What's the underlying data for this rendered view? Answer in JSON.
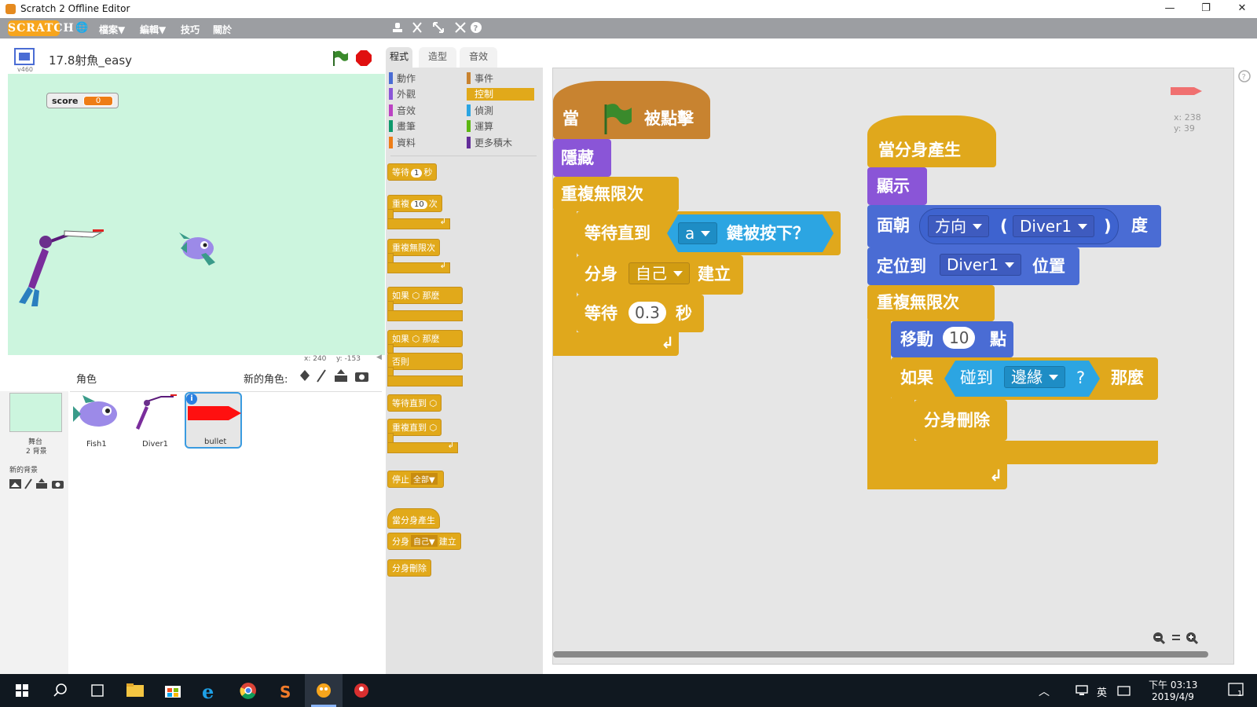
{
  "window": {
    "title": "Scratch 2 Offline Editor",
    "min": "—",
    "max": "❐",
    "close": "✕"
  },
  "menu": {
    "logo": "SCRATCH",
    "items": [
      "檔案▼",
      "編輯▼",
      "技巧",
      "關於"
    ],
    "globe": "🌐"
  },
  "toolbar": {
    "icons": [
      "stamp-icon",
      "cut-icon",
      "grow-icon",
      "shrink-icon",
      "help-icon"
    ]
  },
  "stage": {
    "project_title": "17.8射魚_easy",
    "version": "v460",
    "score_label": "score",
    "score_value": "0",
    "coord_x": "x: 240",
    "coord_y": "y: -153"
  },
  "sprites": {
    "header": "角色",
    "new_sprite": "新的角色:",
    "items": [
      {
        "name": "Fish1"
      },
      {
        "name": "Diver1"
      },
      {
        "name": "bullet"
      }
    ],
    "info": "i"
  },
  "backdrop": {
    "name": "舞台",
    "count": "2 背景",
    "new_backdrop": "新的背景"
  },
  "tabs": [
    "程式",
    "造型",
    "音效"
  ],
  "categories": {
    "left": [
      {
        "label": "動作",
        "color": "#4a6cd4"
      },
      {
        "label": "外觀",
        "color": "#8a55d7"
      },
      {
        "label": "音效",
        "color": "#bb42c3"
      },
      {
        "label": "畫筆",
        "color": "#0e9a6c"
      },
      {
        "label": "資料",
        "color": "#ee7d16"
      }
    ],
    "right": [
      {
        "label": "事件",
        "color": "#c88330"
      },
      {
        "label": "控制",
        "color": "#e1a91a"
      },
      {
        "label": "偵測",
        "color": "#2ca5e2"
      },
      {
        "label": "運算",
        "color": "#5cb712"
      },
      {
        "label": "更多積木",
        "color": "#632d99"
      }
    ]
  },
  "palette": {
    "wait": "等待",
    "wait_val": "1",
    "wait_unit": "秒",
    "repeat": "重複",
    "repeat_val": "10",
    "repeat_unit": "次",
    "forever": "重複無限次",
    "if1": "如果",
    "if1_then": "那麼",
    "if2": "如果",
    "if2_then": "那麼",
    "else": "否則",
    "wait_until": "等待直到",
    "repeat_until": "重複直到",
    "stop": "停止",
    "stop_opt": "全部▼",
    "when_clone": "當分身產生",
    "create_clone": "分身",
    "create_clone_opt": "自己▼",
    "create_clone_end": "建立",
    "delete_clone": "分身刪除"
  },
  "script1": {
    "hat_when": "當",
    "hat_clicked": "被點擊",
    "hide": "隱藏",
    "forever": "重複無限次",
    "wait_until": "等待直到",
    "key": "a",
    "key_pressed": "鍵被按下？",
    "clone": "分身",
    "clone_opt": "自己",
    "clone_end": "建立",
    "wait": "等待",
    "wait_val": "0.3",
    "wait_unit": "秒"
  },
  "script2": {
    "hat": "當分身產生",
    "show": "顯示",
    "point": "面朝",
    "dir_opt": "方向",
    "lp": "(",
    "sprite_opt": "Diver1",
    "rp": ")",
    "deg": "度",
    "goto": "定位到",
    "goto_opt": "Diver1",
    "goto_end": "位置",
    "forever": "重複無限次",
    "move": "移動",
    "move_val": "10",
    "move_unit": "點",
    "if": "如果",
    "touching": "碰到",
    "edge": "邊緣",
    "q": "?",
    "then": "那麼",
    "delete": "分身刪除"
  },
  "sprite_info": {
    "x": "x: 238",
    "y": "y: 39"
  },
  "zoom": {
    "out": "🔍−",
    "reset": "=",
    "in": "🔍+"
  },
  "taskbar": {
    "ime": "英",
    "time": "下午 03:13",
    "date": "2019/4/9",
    "notif": "1"
  }
}
